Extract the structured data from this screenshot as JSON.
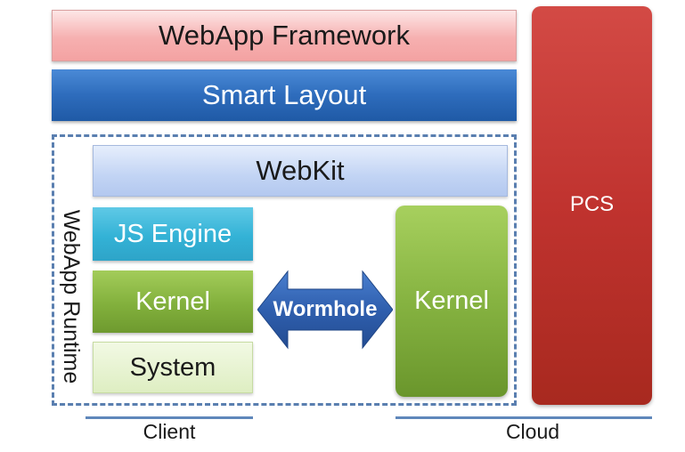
{
  "layers": {
    "framework": "WebApp Framework",
    "smart_layout": "Smart Layout",
    "runtime_label": "WebApp Runtime",
    "webkit": "WebKit",
    "js_engine": "JS Engine",
    "client_kernel": "Kernel",
    "system": "System",
    "wormhole": "Wormhole",
    "cloud_kernel": "Kernel",
    "pcs": "PCS"
  },
  "groups": {
    "client": "Client",
    "cloud": "Cloud"
  },
  "colors": {
    "framework": "#f6b0b0",
    "smart_layout": "#2e6cbc",
    "webkit": "#c2d4f4",
    "js_engine": "#33b2d6",
    "kernel": "#82b03c",
    "system": "#deeec2",
    "wormhole": "#2f5fae",
    "pcs": "#c0332f",
    "dashed_frame": "#5a7fb0"
  }
}
